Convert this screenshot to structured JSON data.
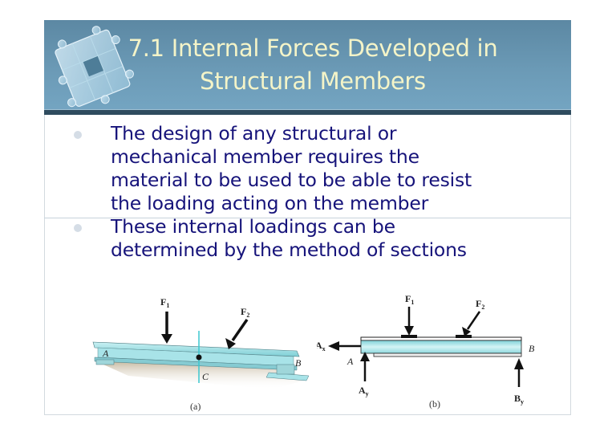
{
  "slide": {
    "title_line1": "7.1 Internal Forces Developed in",
    "title_line2": "Structural Members",
    "bullets": [
      {
        "lines": [
          "The design of any structural or",
          "mechanical member requires the",
          "material to be used to be able to resist",
          "the loading acting on the member"
        ]
      },
      {
        "lines": [
          "These internal loadings can be",
          "determined by the method of sections"
        ]
      }
    ],
    "colors": {
      "header_top": "#5c88a3",
      "header_bottom": "#74a5c2",
      "title_text": "#f4f4c8",
      "body_text": "#16137a",
      "bullet_dot": "#d5dde6",
      "beam_cyan": "#9fe0e6"
    }
  },
  "figures": {
    "a": {
      "caption": "(a)",
      "labels": {
        "F1": "F",
        "F1_sub": "1",
        "F2": "F",
        "F2_sub": "2",
        "A": "A",
        "B": "B",
        "C": "C"
      }
    },
    "b": {
      "caption": "(b)",
      "labels": {
        "F1": "F",
        "F1_sub": "1",
        "F2": "F",
        "F2_sub": "2",
        "A": "A",
        "B": "B",
        "Ax": "A",
        "Ax_sub": "x",
        "Ay": "A",
        "Ay_sub": "y",
        "By": "B",
        "By_sub": "y"
      }
    }
  }
}
